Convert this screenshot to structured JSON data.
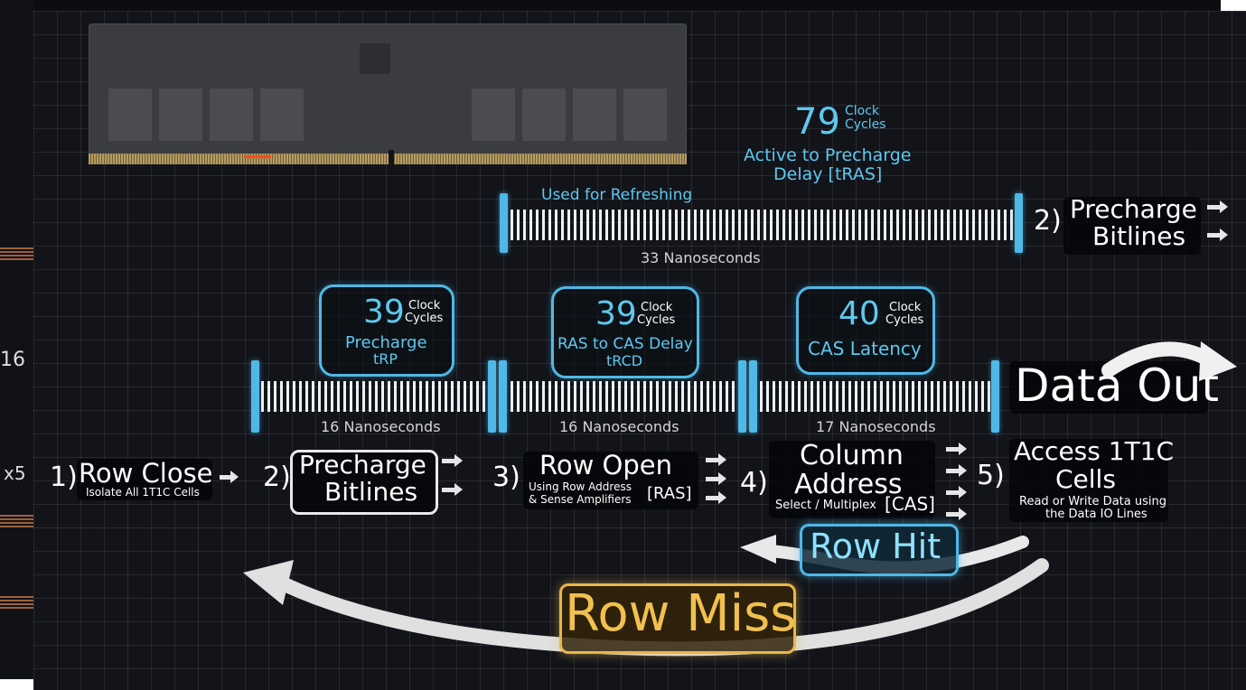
{
  "top_timing": {
    "cycles": "79",
    "cycles_unit_line1": "Clock",
    "cycles_unit_line2": "Cycles",
    "name_line1": "Active to Precharge",
    "name_line2": "Delay [tRAS]",
    "note": "Used for Refreshing",
    "duration": "33 Nanoseconds"
  },
  "top_right_step": {
    "number": "2)",
    "line1": "Precharge",
    "line2": "Bitlines"
  },
  "timings": [
    {
      "cycles": "39",
      "unit1": "Clock",
      "unit2": "Cycles",
      "name1": "Precharge",
      "name2": "tRP",
      "duration": "16 Nanoseconds"
    },
    {
      "cycles": "39",
      "unit1": "Clock",
      "unit2": "Cycles",
      "name1": "RAS to CAS Delay",
      "name2": "tRCD",
      "duration": "16 Nanoseconds"
    },
    {
      "cycles": "40",
      "unit1": "Clock",
      "unit2": "Cycles",
      "name1": "CAS Latency",
      "name2": "",
      "duration": "17 Nanoseconds"
    }
  ],
  "data_out": "Data Out",
  "steps": [
    {
      "number": "1)",
      "title": "Row Close",
      "sub": "Isolate All 1T1C Cells"
    },
    {
      "number": "2)",
      "title1": "Precharge",
      "title2": "Bitlines"
    },
    {
      "number": "3)",
      "title": "Row Open",
      "sub1": "Using Row Address",
      "sub2": "& Sense Amplifiers",
      "tag": "[RAS]"
    },
    {
      "number": "4)",
      "title1": "Column",
      "title2": "Address",
      "sub": "Select / Multiplex",
      "tag": "[CAS]"
    },
    {
      "number": "5)",
      "title1": "Access 1T1C",
      "title2": "Cells",
      "sub1": "Read or Write Data using",
      "sub2": "the Data IO Lines"
    }
  ],
  "row_hit": "Row Hit",
  "row_miss": "Row Miss",
  "edge_labels": {
    "left1": "16",
    "left2": "x5"
  },
  "colors": {
    "accent_cyan": "#4fb8e6",
    "miss_gold": "#e8b64a",
    "grid_bg": "#12141a"
  }
}
